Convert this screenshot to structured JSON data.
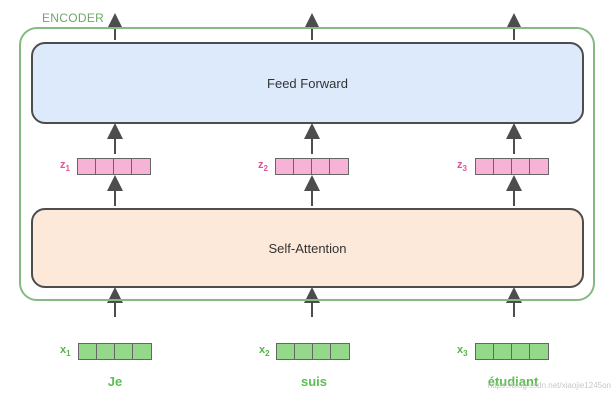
{
  "encoder": {
    "label": "ENCODER"
  },
  "feed_forward": {
    "label": "Feed Forward"
  },
  "self_attention": {
    "label": "Self-Attention"
  },
  "z_vectors": [
    {
      "letter": "z",
      "index": "1"
    },
    {
      "letter": "z",
      "index": "2"
    },
    {
      "letter": "z",
      "index": "3"
    }
  ],
  "x_vectors": [
    {
      "letter": "x",
      "index": "1",
      "word": "Je"
    },
    {
      "letter": "x",
      "index": "2",
      "word": "suis"
    },
    {
      "letter": "x",
      "index": "3",
      "word": "étudiant"
    }
  ],
  "vector_cells": 4,
  "colors": {
    "encoder_border": "#86b984",
    "feed_forward_fill": "#ddeafb",
    "self_attention_fill": "#fce9da",
    "z_cell": "#f6b3d6",
    "x_cell": "#94d88a",
    "z_label": "#e0559a",
    "x_label": "#55b547"
  },
  "watermark": "https://blog.csdn.net/xiaojie1245on"
}
